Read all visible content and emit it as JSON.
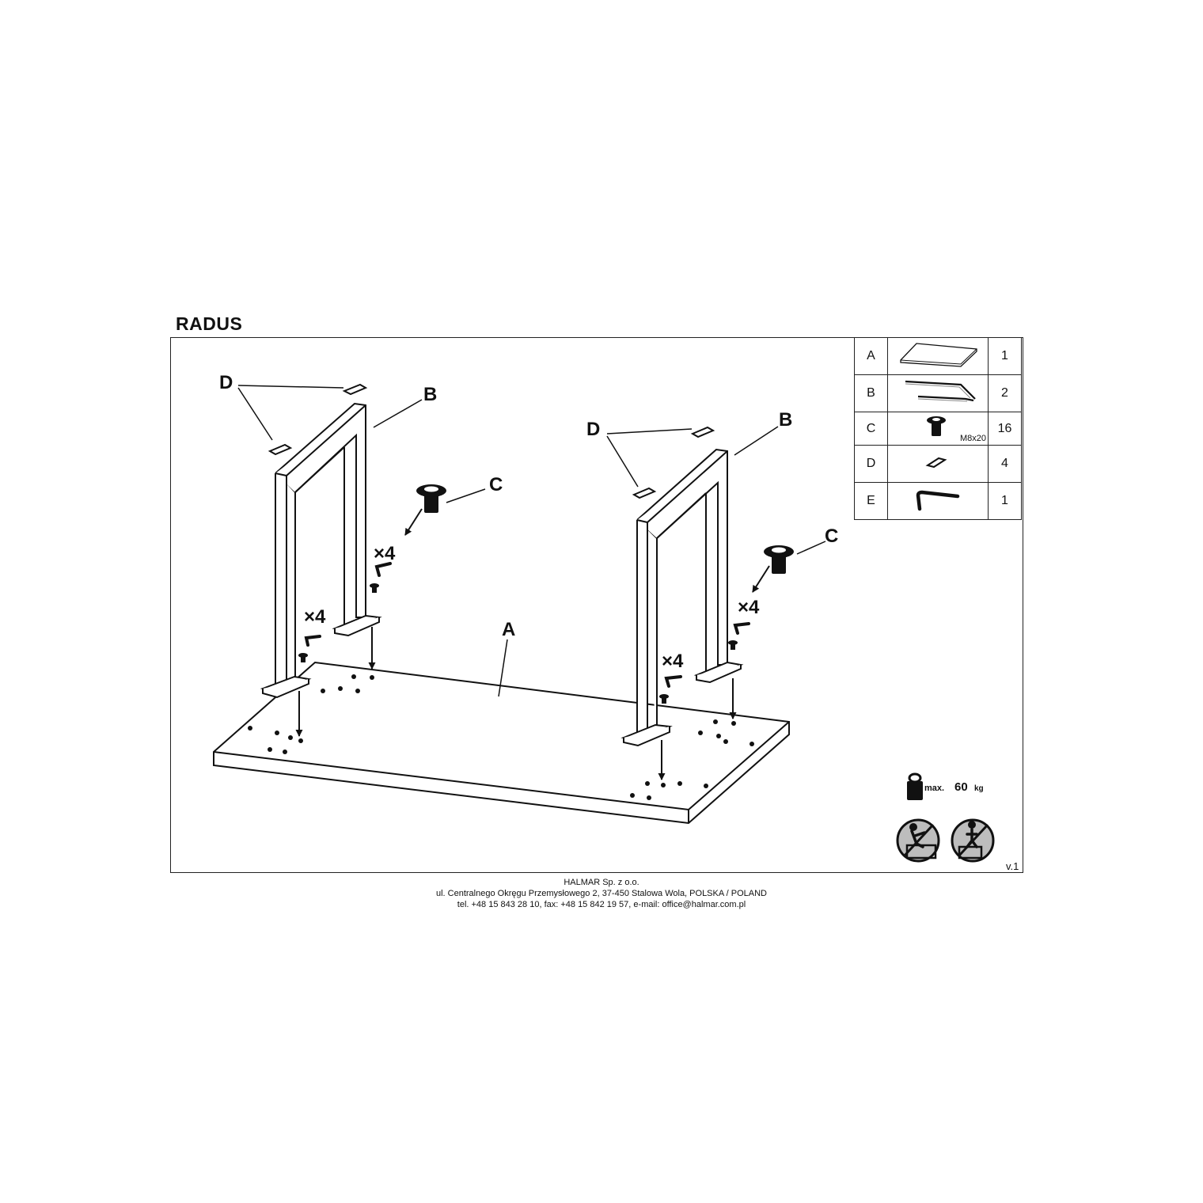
{
  "title": "RADUS",
  "labels": {
    "a": "A",
    "b": "B",
    "c": "C",
    "d": "D",
    "times4": "×4"
  },
  "parts": [
    {
      "letter": "A",
      "icon": "tabletop-icon",
      "spec": "",
      "qty": "1"
    },
    {
      "letter": "B",
      "icon": "leg-frame-icon",
      "spec": "",
      "qty": "2"
    },
    {
      "letter": "C",
      "icon": "bolt-icon",
      "spec": "M8x20",
      "qty": "16"
    },
    {
      "letter": "D",
      "icon": "pad-icon",
      "spec": "",
      "qty": "4"
    },
    {
      "letter": "E",
      "icon": "allen-key-icon",
      "spec": "",
      "qty": "1"
    }
  ],
  "max_load": {
    "label": "max.",
    "value": "60",
    "unit": "kg"
  },
  "warnings": [
    "no-standing-on-table-icon",
    "no-climbing-icon"
  ],
  "version": "v.1",
  "footer": {
    "company": "HALMAR Sp. z o.o.",
    "address": "ul. Centralnego Okręgu Przemysłowego 2, 37-450 Stalowa Wola, POLSKA / POLAND",
    "contact": "tel. +48 15 843 28 10, fax: +48 15 842 19 57, e-mail: office@halmar.com.pl"
  }
}
